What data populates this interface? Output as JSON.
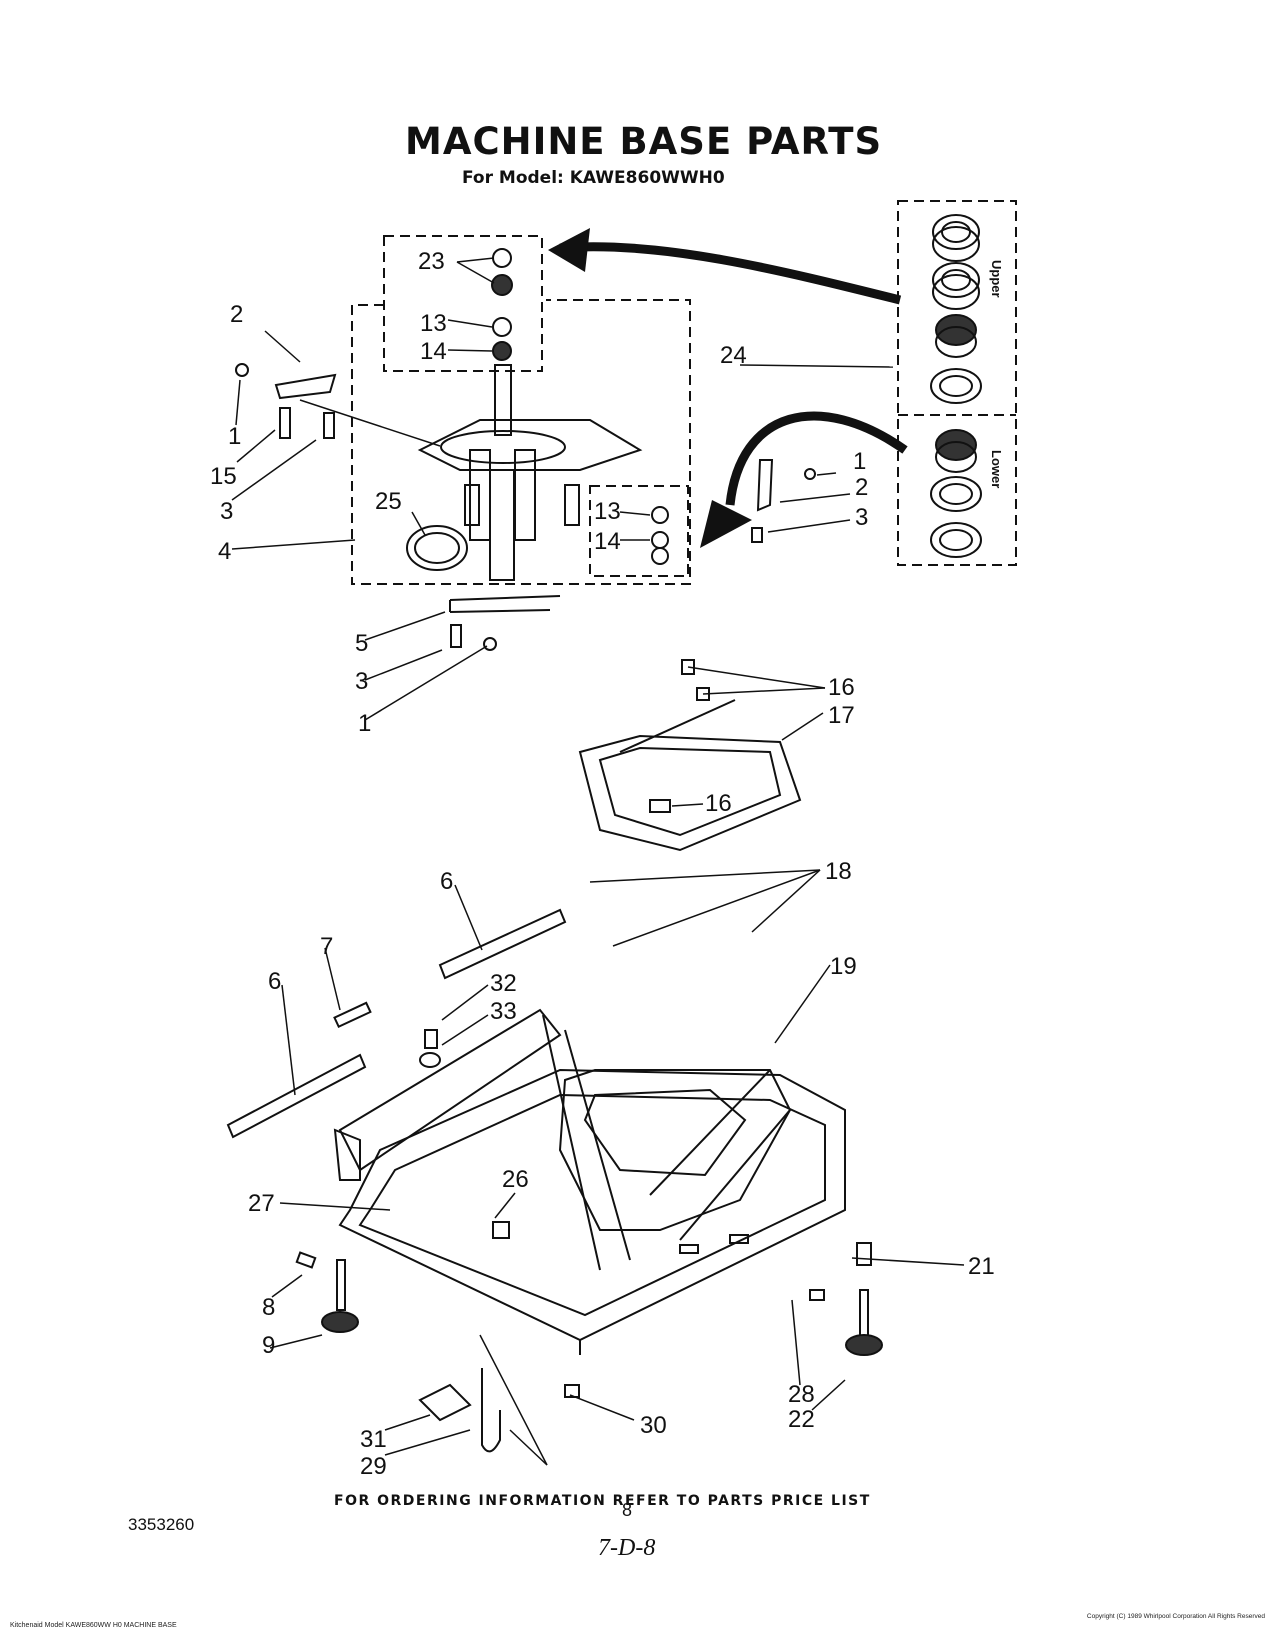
{
  "header": {
    "title": "MACHINE BASE PARTS",
    "subtitle": "For Model: KAWE860WWH0"
  },
  "inset": {
    "upper_label": "Upper",
    "lower_label": "Lower"
  },
  "callouts": {
    "c1a": "1",
    "c1b": "1",
    "c1c": "1",
    "c2a": "2",
    "c2b": "2",
    "c3a": "3",
    "c3b": "3",
    "c3c": "3",
    "c4": "4",
    "c5": "5",
    "c6a": "6",
    "c6b": "6",
    "c7": "7",
    "c8": "8",
    "c9": "9",
    "c13a": "13",
    "c13b": "13",
    "c14a": "14",
    "c14b": "14",
    "c15": "15",
    "c16a": "16",
    "c16b": "16",
    "c17": "17",
    "c18": "18",
    "c19": "19",
    "c21": "21",
    "c22": "22",
    "c23": "23",
    "c24": "24",
    "c25": "25",
    "c26": "26",
    "c27": "27",
    "c28": "28",
    "c29": "29",
    "c30": "30",
    "c31": "31",
    "c32": "32",
    "c33": "33"
  },
  "footer": {
    "ordering_note": "FOR ORDERING INFORMATION REFER TO PARTS PRICE LIST",
    "doc_number": "3353260",
    "page_number": "8",
    "handwritten": "7-D-8",
    "fine_print_left": "Kitchenaid Model KAWE860WW H0 MACHINE BASE",
    "fine_print_right": "Copyright (C) 1989 Whirlpool Corporation All Rights Reserved"
  }
}
